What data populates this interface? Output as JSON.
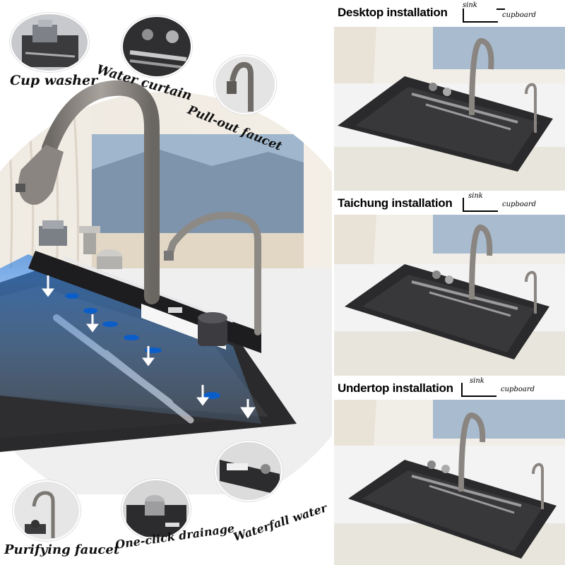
{
  "features": {
    "cup_washer": "Cup washer",
    "water_curtain": "Water curtain",
    "pull_out_faucet": "Pull-out faucet",
    "purifying_faucet": "Purifying faucet",
    "one_click_drainage": "One-click drainage",
    "waterfall_water": "Waterfall water"
  },
  "installations": [
    {
      "title": "Desktop installation",
      "sink": "sink",
      "cupboard": "cupboard"
    },
    {
      "title": "Taichung installation",
      "sink": "sink",
      "cupboard": "cupboard"
    },
    {
      "title": "Undertop installation",
      "sink": "sink",
      "cupboard": "cupboard"
    }
  ],
  "colors": {
    "sink_black": "#2a2a2c",
    "faucet_gray": "#8a8580",
    "water_blue": "#2f7fe0",
    "cabinet_cream": "#e9e6dc"
  }
}
